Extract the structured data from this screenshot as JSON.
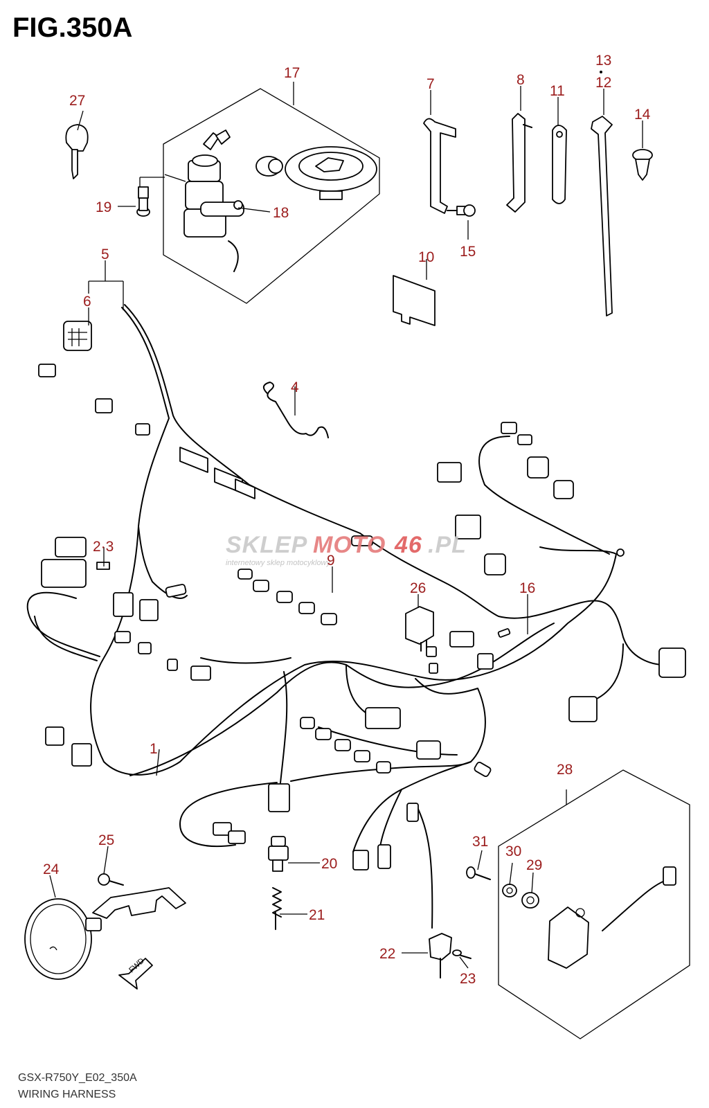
{
  "figure": {
    "title": "FIG.350A",
    "code": "GSX-R750Y_E02_350A",
    "name": "WIRING HARNESS"
  },
  "watermark": {
    "brand_a": "SKLEP",
    "brand_b": "MOTO",
    "brand_c": "46",
    "brand_d": ".PL",
    "tagline": "internetowy sklep motocyklowy"
  },
  "fwd_label": "FWD",
  "callouts": {
    "c1": "1",
    "c2_3": "2·3",
    "c4": "4",
    "c5": "5",
    "c6": "6",
    "c7": "7",
    "c8": "8",
    "c9": "9",
    "c10": "10",
    "c11": "11",
    "c12": "12",
    "c13": "13",
    "c14": "14",
    "c15": "15",
    "c16": "16",
    "c17": "17",
    "c18": "18",
    "c19": "19",
    "c20": "20",
    "c21": "21",
    "c22": "22",
    "c23": "23",
    "c24": "24",
    "c25": "25",
    "c26": "26",
    "c27": "27",
    "c28": "28",
    "c29": "29",
    "c30": "30",
    "c31": "31"
  },
  "colors": {
    "callout": "#9b1c1c",
    "line": "#000000",
    "watermark_grey": "#c9c9c9",
    "watermark_red": "#e57b7b"
  }
}
